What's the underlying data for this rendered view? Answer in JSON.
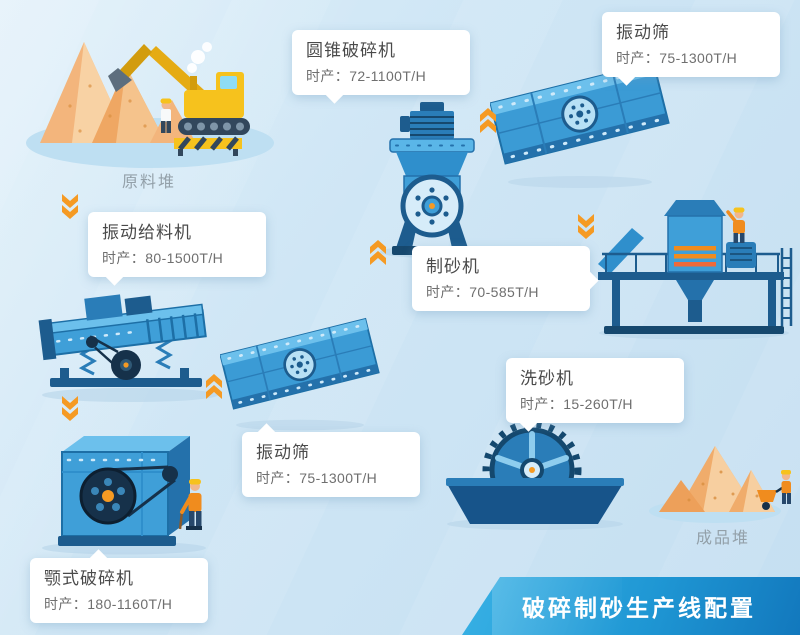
{
  "banner": {
    "title": "破碎制砂生产线配置"
  },
  "pile_labels": {
    "raw": "原料堆",
    "product": "成品堆"
  },
  "cards": {
    "feeder": {
      "name": "振动给料机",
      "capacity": "时产：80-1500T/H"
    },
    "cone_crusher": {
      "name": "圆锥破碎机",
      "capacity": "时产：72-1100T/H"
    },
    "screen_top": {
      "name": "振动筛",
      "capacity": "时产：75-1300T/H"
    },
    "sand_maker": {
      "name": "制砂机",
      "capacity": "时产：70-585T/H"
    },
    "screen_mid": {
      "name": "振动筛",
      "capacity": "时产：75-1300T/H"
    },
    "jaw_crusher": {
      "name": "颚式破碎机",
      "capacity": "时产：180-1160T/H"
    },
    "sand_washer": {
      "name": "洗砂机",
      "capacity": "时产：15-260T/H"
    }
  },
  "colors": {
    "background": "#cfe6f5",
    "accent_orange": "#f59a23",
    "machine_blue": "#3f9fd8",
    "machine_dark_blue": "#1d5c8e",
    "banner_blue": "#1f97d4",
    "card_text": "#4a4a4a",
    "card_subtext": "#6f6f6f",
    "sand_tan": "#f0ac6b"
  }
}
